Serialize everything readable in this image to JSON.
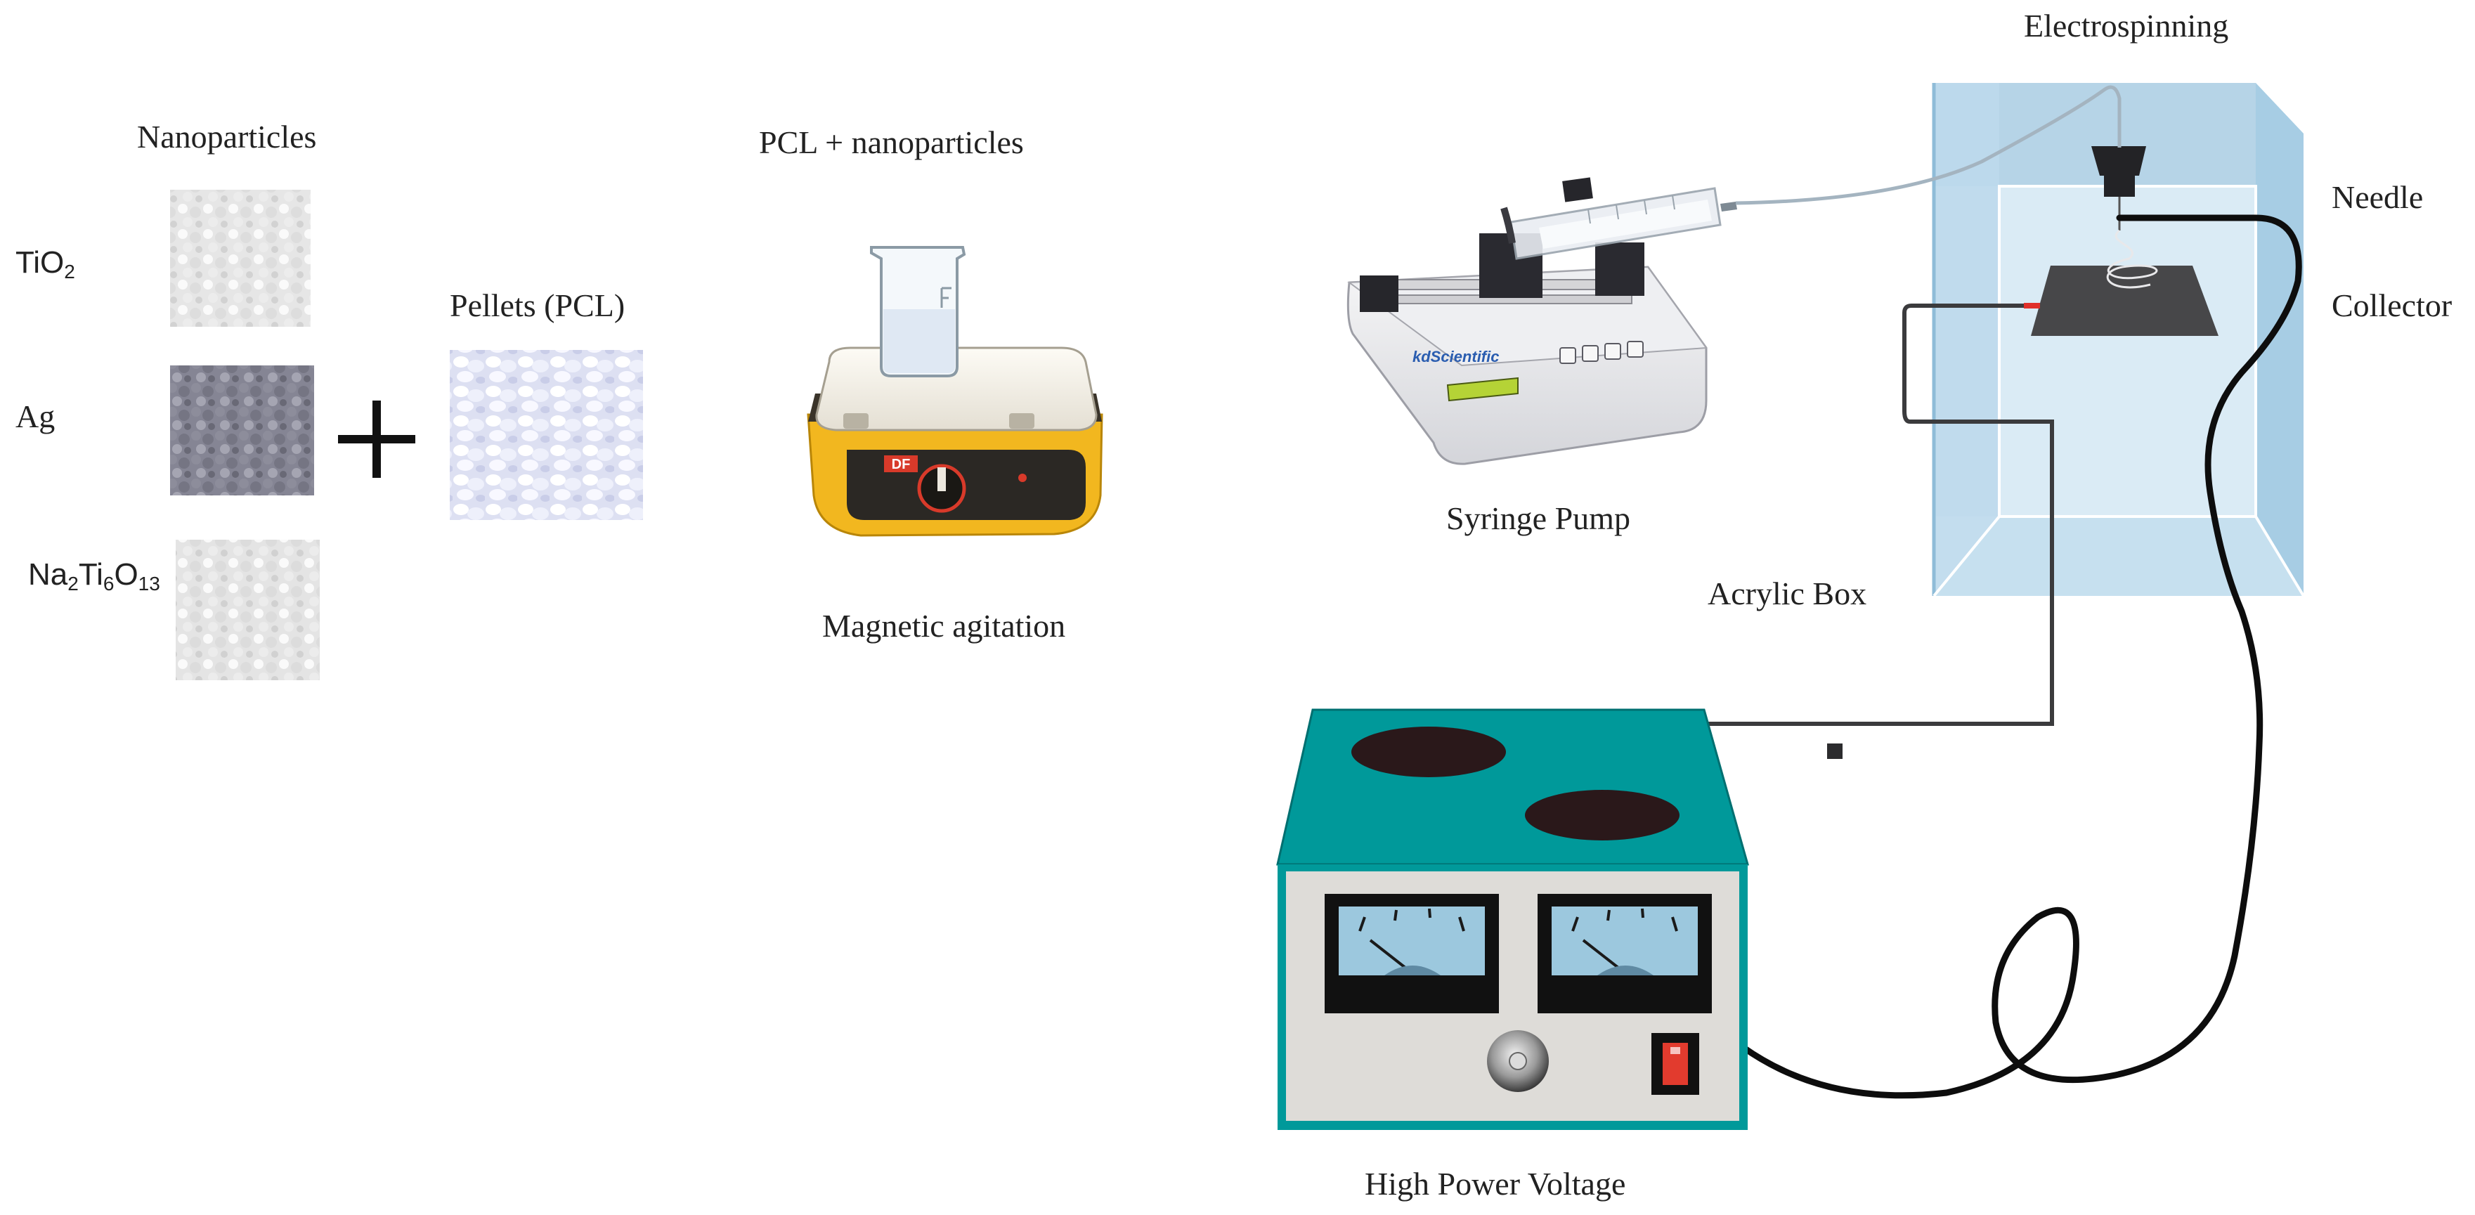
{
  "labels": {
    "nanoparticles": "Nanoparticles",
    "tio2_base": "TiO",
    "tio2_sub": "2",
    "ag": "Ag",
    "na_a": "Na",
    "na_sub1": "2",
    "na_b": "Ti",
    "na_sub2": "6",
    "na_c": "O",
    "na_sub3": "13",
    "plus": "+",
    "pellets": "Pellets (PCL)",
    "mixture": "PCL + nanoparticles",
    "magnetic": "Magnetic agitation",
    "pump": "Syringe Pump",
    "electrospinning": "Electrospinning",
    "needle": "Needle",
    "collector": "Collector",
    "acrylic": "Acrylic Box",
    "hv": "High Power Voltage",
    "pump_brand": "kdScientific",
    "stirrer_brand": "DF"
  },
  "colors": {
    "box_blue": "#a9cde3",
    "box_edge": "#7fb3d3",
    "psu_teal": "#00999a",
    "psu_panel": "#dedcd8",
    "gauge_face": "#9cc8de",
    "stirrer_yellow": "#f2b71f",
    "switch_red": "#e23b2e"
  }
}
